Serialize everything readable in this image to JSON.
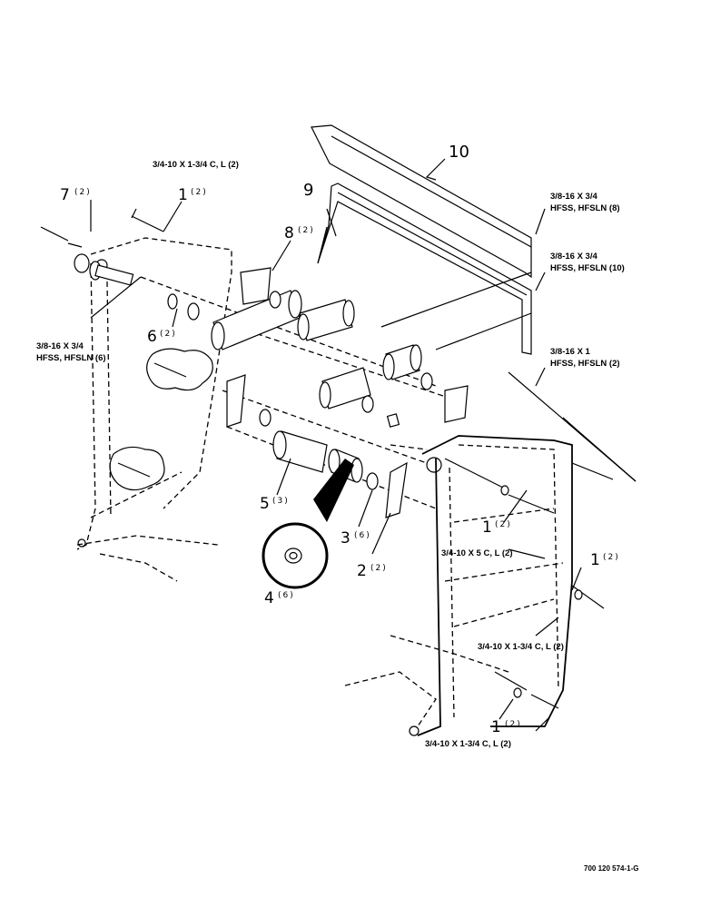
{
  "callouts": [
    {
      "id": "c7",
      "num": "7",
      "qty": "(2)"
    },
    {
      "id": "c1a",
      "num": "1",
      "qty": "(2)"
    },
    {
      "id": "c8",
      "num": "8",
      "qty": "(2)"
    },
    {
      "id": "c6",
      "num": "6",
      "qty": "(2)"
    },
    {
      "id": "c5",
      "num": "5",
      "qty": "(3)"
    },
    {
      "id": "c3",
      "num": "3",
      "qty": "(6)"
    },
    {
      "id": "c2",
      "num": "2",
      "qty": "(2)"
    },
    {
      "id": "c4",
      "num": "4",
      "qty": "(6)"
    },
    {
      "id": "c1b",
      "num": "1",
      "qty": "(2)"
    },
    {
      "id": "c1c",
      "num": "1",
      "qty": "(2)"
    },
    {
      "id": "c1d",
      "num": "1",
      "qty": "(2)"
    }
  ],
  "label_9": "9",
  "label_10": "10",
  "specs": {
    "bolt_top": "3/4-10 X 1-3/4 C, L (2)",
    "hfss_left_1": "3/8-16 X 3/4",
    "hfss_left_2": "HFSS, HFSLN (6)",
    "hfss_r1_1": "3/8-16 X 3/4",
    "hfss_r1_2": "HFSS, HFSLN (8)",
    "hfss_r2_1": "3/8-16 X 3/4",
    "hfss_r2_2": "HFSS, HFSLN (10)",
    "hfss_r3_1": "3/8-16 X 1",
    "hfss_r3_2": "HFSS, HFSLN (2)",
    "bolt_mid": "3/4-10 X 5 C, L (2)",
    "bolt_right": "3/4-10 X 1-3/4 C, L (2)",
    "bolt_bottom": "3/4-10 X 1-3/4 C, L (2)"
  },
  "drawing_code": "700 120 574-1-G"
}
